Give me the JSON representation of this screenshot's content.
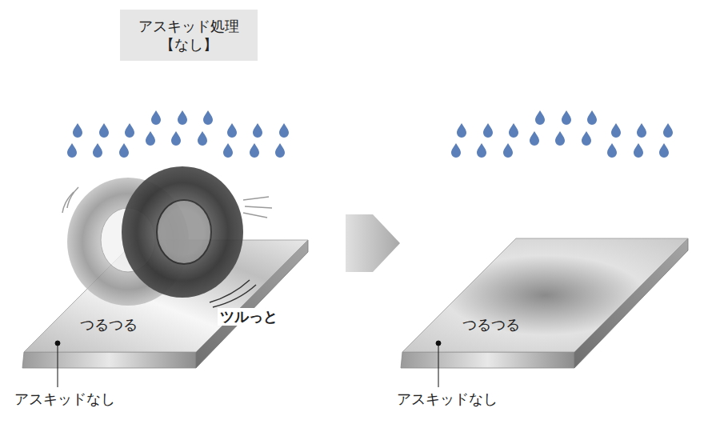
{
  "diagram": {
    "nodes": [
      {
        "text": [
          "アスキッド処理 【なし】"
        ]
      }
    ],
    "labels": [
      "つるつる",
      "ツルっと",
      "アスキッドなし",
      "つるつる",
      "アスキッドなし"
    ]
  }
}
